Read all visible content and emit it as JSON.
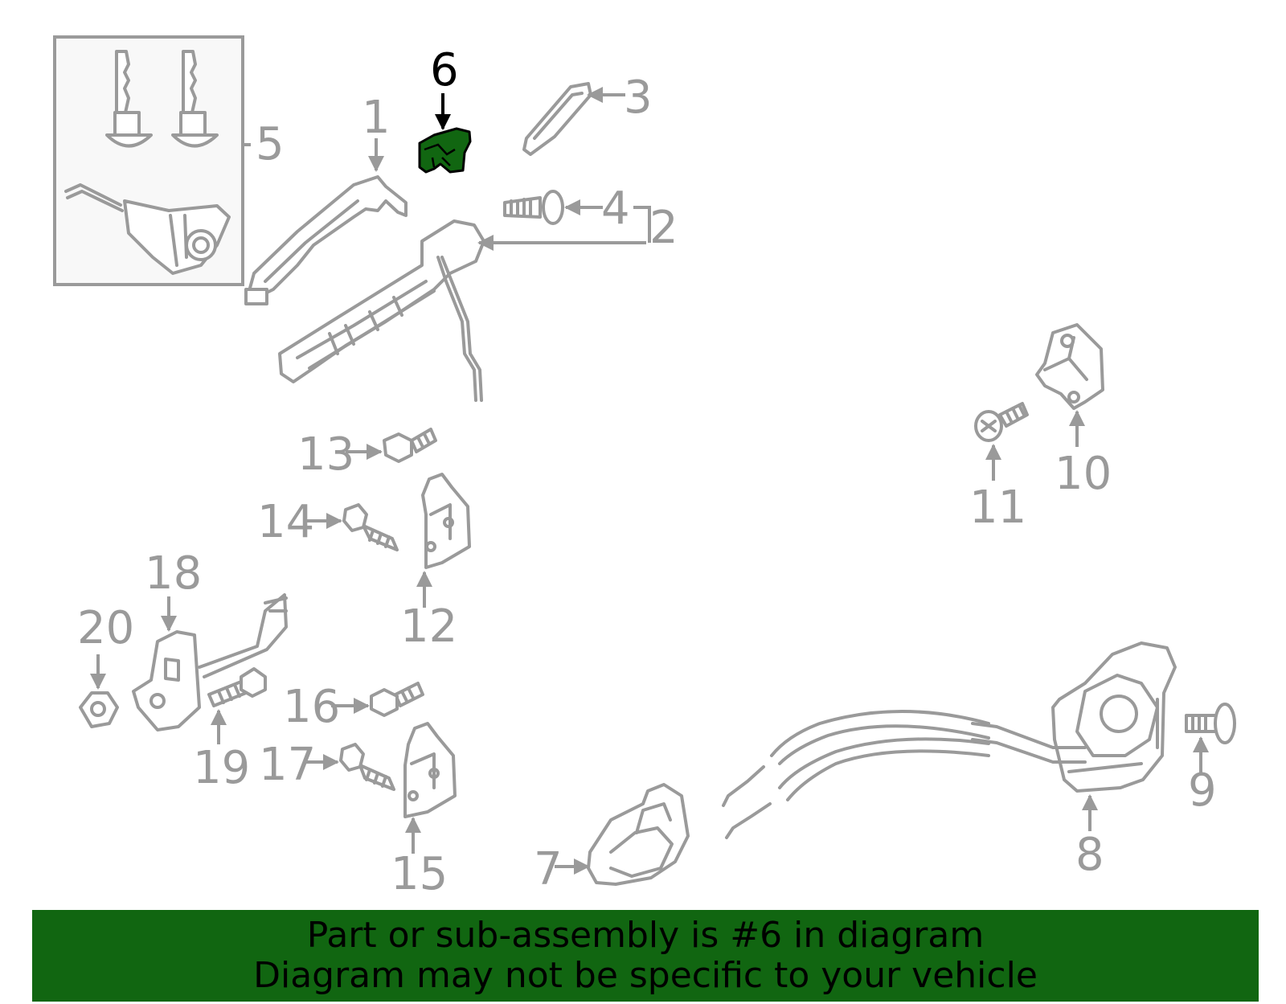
{
  "callouts": {
    "c1": "1",
    "c2": "2",
    "c3": "3",
    "c4": "4",
    "c5": "5",
    "c6": "6",
    "c7": "7",
    "c8": "8",
    "c9": "9",
    "c10": "10",
    "c11": "11",
    "c12": "12",
    "c13": "13",
    "c14": "14",
    "c15": "15",
    "c16": "16",
    "c17": "17",
    "c18": "18",
    "c19": "19",
    "c20": "20"
  },
  "highlighted_part": "6",
  "colors": {
    "highlight": "#116611",
    "banner_bg": "#116611",
    "part_line": "#9a9a9a",
    "active_callout": "#000000"
  },
  "banner": {
    "line1": "Part or sub-assembly is #6 in diagram",
    "line2": "Diagram may not be specific to your vehicle"
  }
}
